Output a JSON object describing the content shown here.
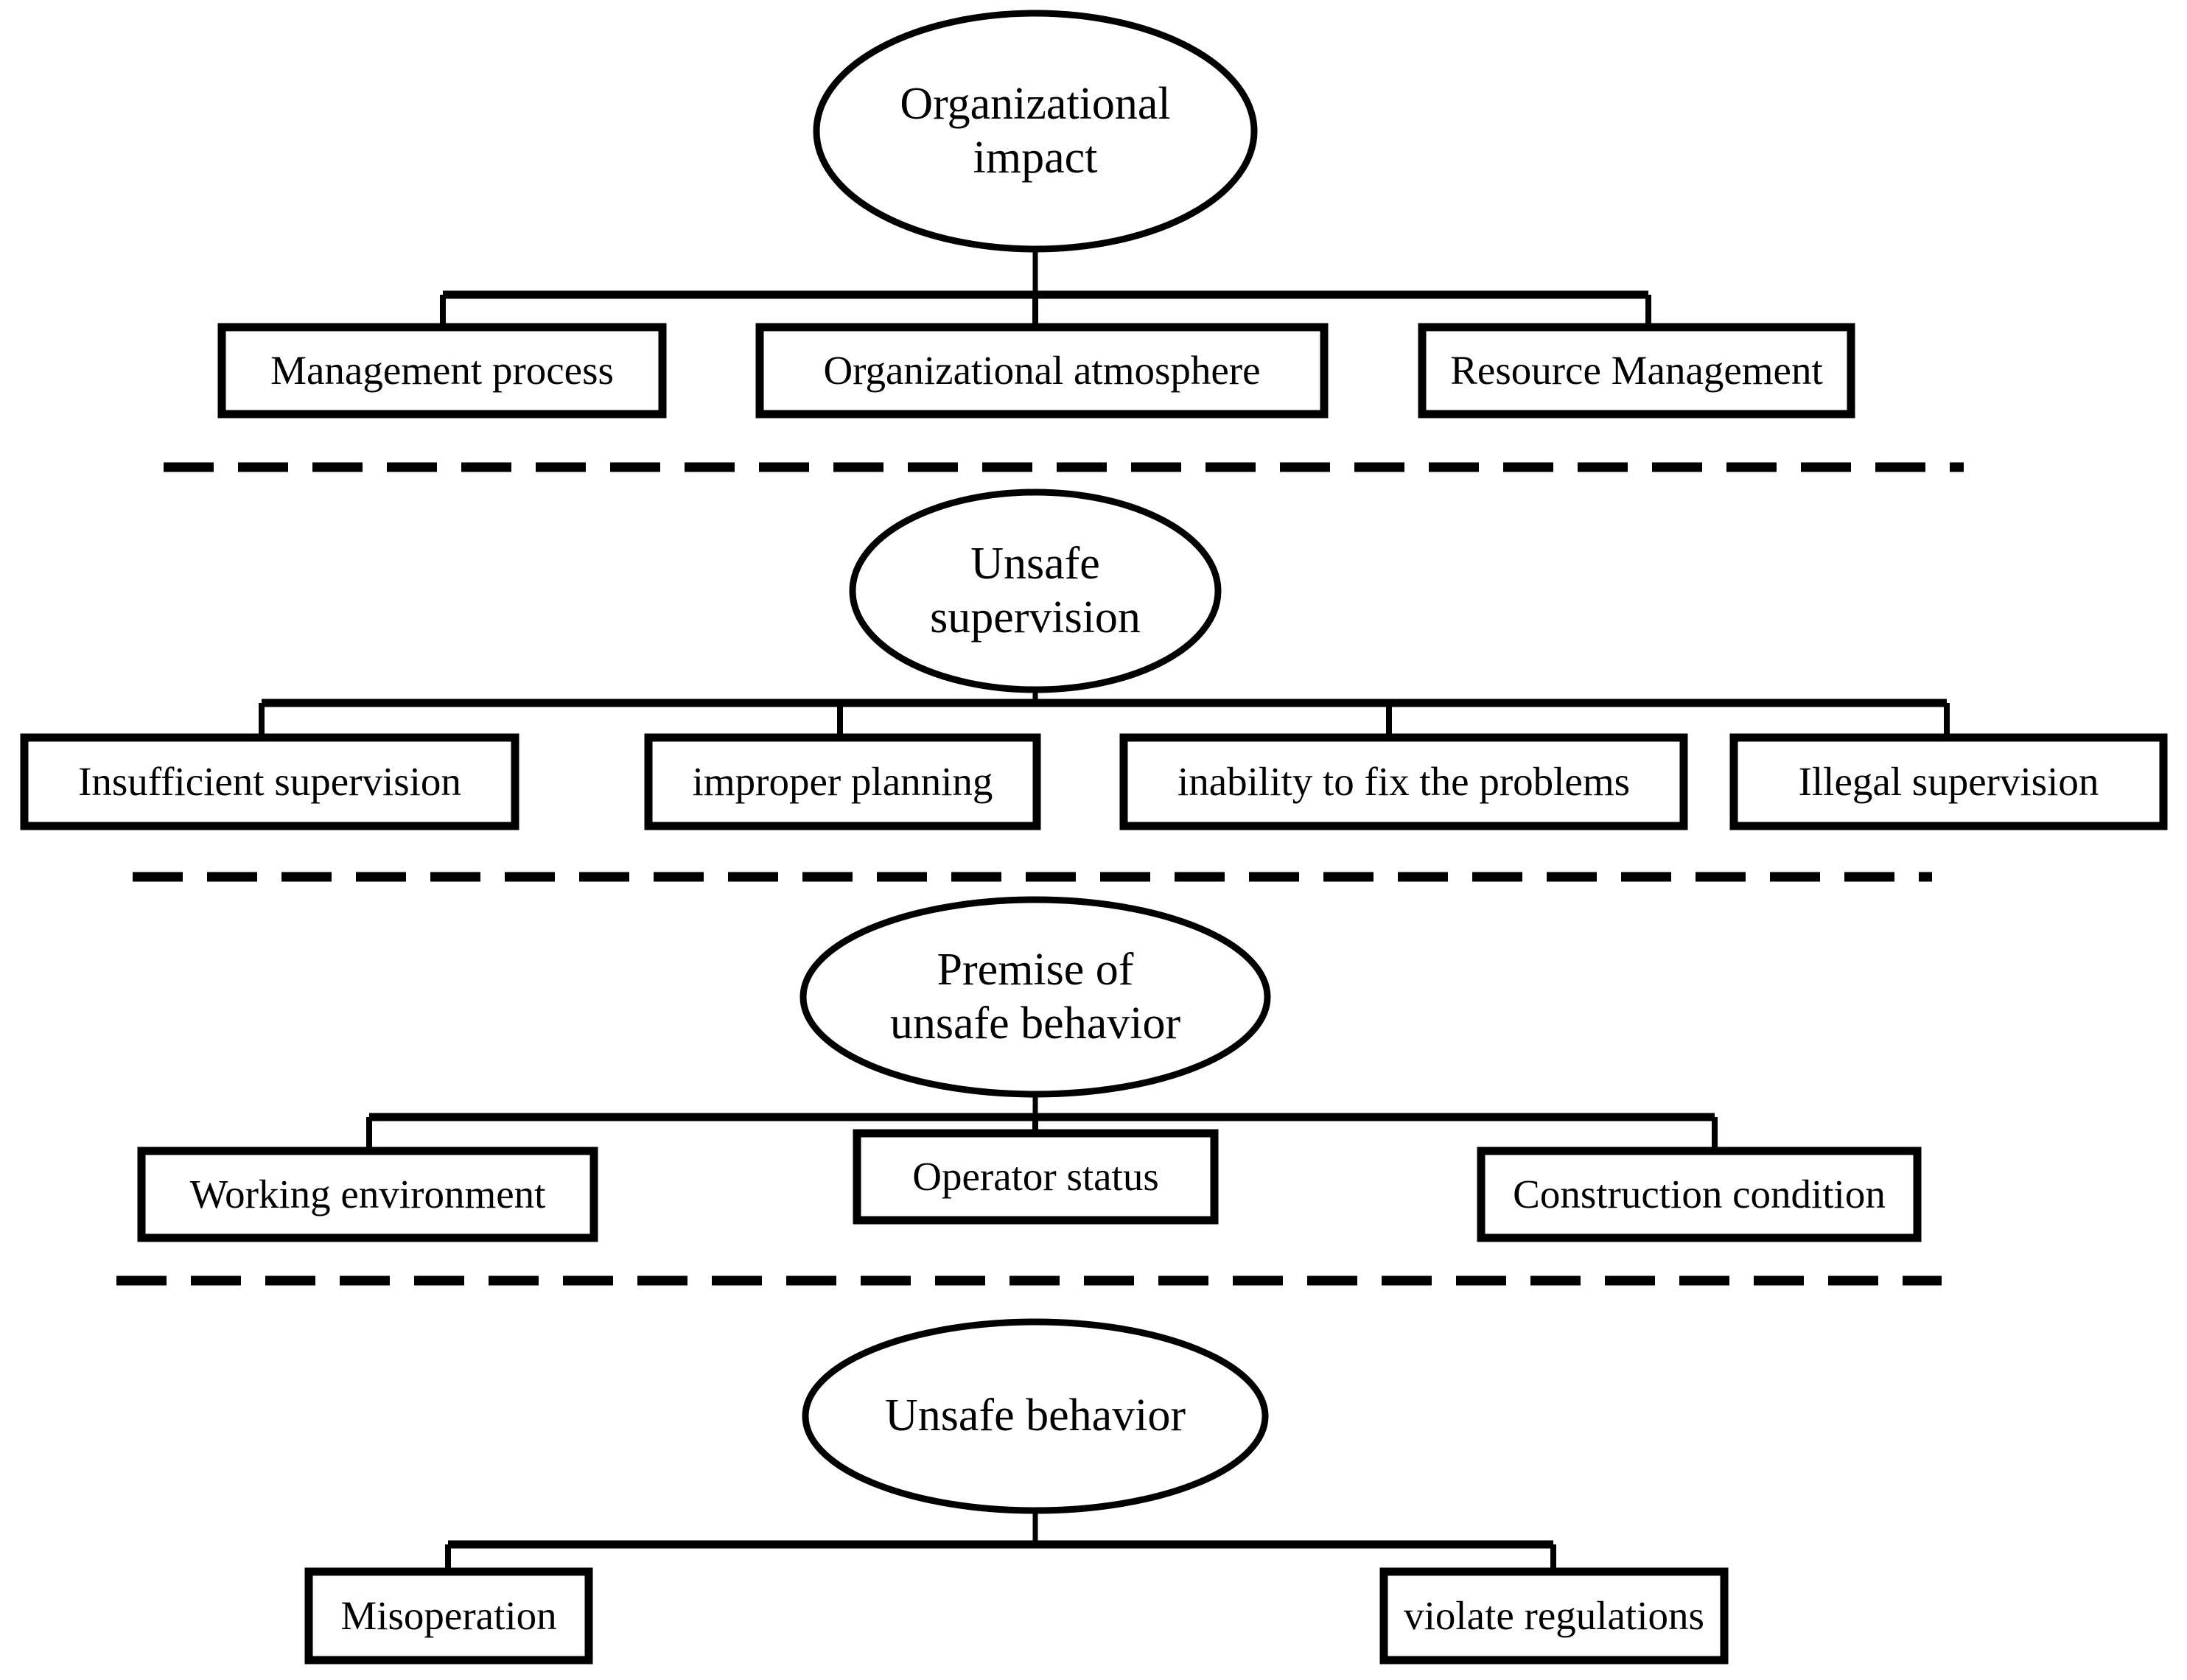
{
  "diagram": {
    "title": "HFACS-style hierarchy of unsafe behavior causation",
    "type": "hierarchical-tree",
    "colors": {
      "stroke": "#000000",
      "fill": "#ffffff",
      "background": "#ffffff"
    },
    "levels": [
      {
        "id": "level-organizational-impact",
        "root": {
          "id": "organizational-impact",
          "shape": "ellipse",
          "label": "Organizational\nimpact"
        },
        "children": [
          {
            "id": "management-process",
            "shape": "rect",
            "label": "Management process"
          },
          {
            "id": "organizational-atmosphere",
            "shape": "rect",
            "label": "Organizational atmosphere"
          },
          {
            "id": "resource-management",
            "shape": "rect",
            "label": "Resource Management"
          }
        ],
        "divider_below": true
      },
      {
        "id": "level-unsafe-supervision",
        "root": {
          "id": "unsafe-supervision",
          "shape": "ellipse",
          "label": "Unsafe\nsupervision"
        },
        "children": [
          {
            "id": "insufficient-supervision",
            "shape": "rect",
            "label": "Insufficient supervision"
          },
          {
            "id": "improper-planning",
            "shape": "rect",
            "label": "improper planning"
          },
          {
            "id": "inability-to-fix-the-problems",
            "shape": "rect",
            "label": "inability to fix the problems"
          },
          {
            "id": "illegal-supervision",
            "shape": "rect",
            "label": "Illegal supervision"
          }
        ],
        "divider_below": true
      },
      {
        "id": "level-premise-of-unsafe-behavior",
        "root": {
          "id": "premise-of-unsafe-behavior",
          "shape": "ellipse",
          "label": "Premise of\nunsafe behavior"
        },
        "children": [
          {
            "id": "working-environment",
            "shape": "rect",
            "label": "Working environment"
          },
          {
            "id": "operator-status",
            "shape": "rect",
            "label": "Operator status"
          },
          {
            "id": "construction-condition",
            "shape": "rect",
            "label": "Construction condition"
          }
        ],
        "divider_below": true
      },
      {
        "id": "level-unsafe-behavior",
        "root": {
          "id": "unsafe-behavior",
          "shape": "ellipse",
          "label": "Unsafe behavior"
        },
        "children": [
          {
            "id": "misoperation",
            "shape": "rect",
            "label": "Misoperation"
          },
          {
            "id": "violate-regulations",
            "shape": "rect",
            "label": "violate regulations"
          }
        ],
        "divider_below": false
      }
    ],
    "labels": {
      "organizational_impact": "Organizational\nimpact",
      "management_process": "Management process",
      "organizational_atmosphere": "Organizational atmosphere",
      "resource_management": "Resource Management",
      "unsafe_supervision": "Unsafe\nsupervision",
      "insufficient_supervision": "Insufficient supervision",
      "improper_planning": "improper planning",
      "inability_to_fix_the_problems": "inability to fix the problems",
      "illegal_supervision": "Illegal supervision",
      "premise_of_unsafe_behavior": "Premise of\nunsafe behavior",
      "working_environment": "Working environment",
      "operator_status": "Operator status",
      "construction_condition": "Construction condition",
      "unsafe_behavior": "Unsafe behavior",
      "misoperation": "Misoperation",
      "violate_regulations": "violate regulations"
    }
  }
}
